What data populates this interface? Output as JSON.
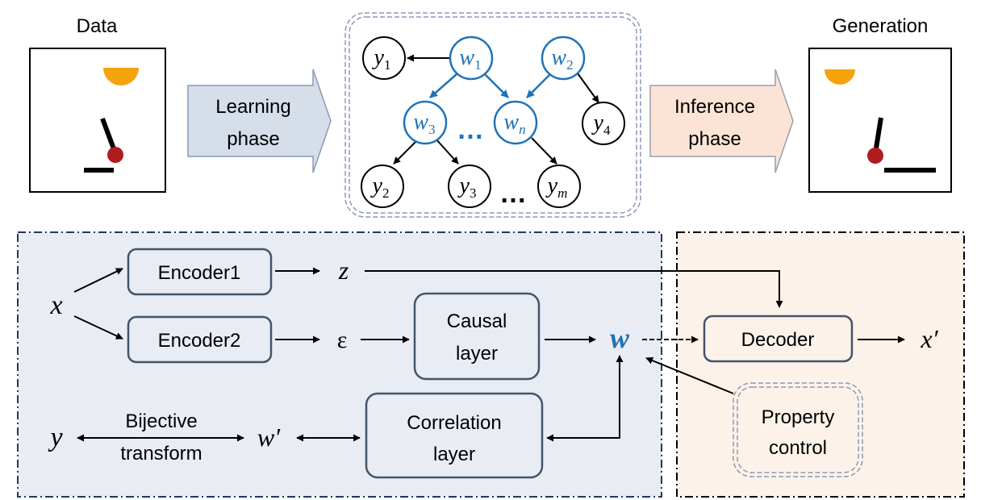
{
  "top": {
    "data_title": "Data",
    "generation_title": "Generation",
    "learning_line1": "Learning",
    "learning_line2": "phase",
    "inference_line1": "Inference",
    "inference_line2": "phase"
  },
  "graph": {
    "w_nodes": [
      {
        "id": "w1",
        "base": "w",
        "sub": "1"
      },
      {
        "id": "w2",
        "base": "w",
        "sub": "2"
      },
      {
        "id": "w3",
        "base": "w",
        "sub": "3"
      },
      {
        "id": "wn",
        "base": "w",
        "sub": "n"
      }
    ],
    "y_nodes": [
      {
        "id": "y1",
        "base": "y",
        "sub": "1"
      },
      {
        "id": "y4",
        "base": "y",
        "sub": "4"
      },
      {
        "id": "y2",
        "base": "y",
        "sub": "2"
      },
      {
        "id": "y3",
        "base": "y",
        "sub": "3"
      },
      {
        "id": "ym",
        "base": "y",
        "sub": "m"
      }
    ],
    "ellipsis_w": "…",
    "ellipsis_y": "…"
  },
  "pipeline": {
    "x": "x",
    "encoder1": "Encoder1",
    "encoder2": "Encoder2",
    "z": "z",
    "epsilon": "ε",
    "causal_line1": "Causal",
    "causal_line2": "layer",
    "w": "w",
    "decoder": "Decoder",
    "x_prime": "x′",
    "y": "y",
    "bijective_line1": "Bijective",
    "bijective_line2": "transform",
    "w_prime": "w′",
    "correlation_line1": "Correlation",
    "correlation_line2": "layer",
    "property_line1": "Property",
    "property_line2": "control"
  },
  "colors": {
    "blue_node": "#1f73b7",
    "left_panel_bg": "#e9ecf3",
    "right_panel_bg": "#fcf2ea",
    "learning_arrow_fill": "#d6deea",
    "inference_arrow_fill": "#fbe4d6",
    "box_stroke": "#44546a",
    "pendulum_light": "#f5a30a",
    "pendulum_bob": "#b01c1c"
  }
}
